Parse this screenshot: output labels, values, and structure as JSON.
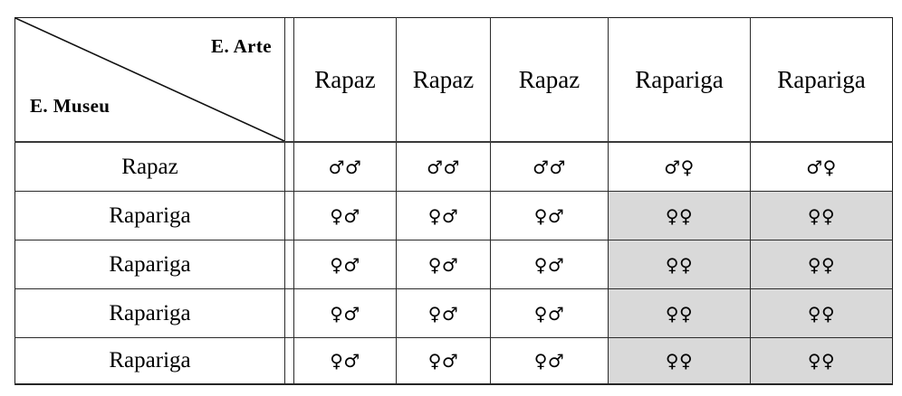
{
  "table": {
    "corner": {
      "label_top_right": "E. Arte",
      "label_bottom_left": "E. Museu",
      "diagonal": "diagonal-divider-line"
    },
    "column_headers": [
      "Rapaz",
      "Rapaz",
      "Rapaz",
      "Rapariga",
      "Rapariga"
    ],
    "row_labels": [
      "Rapaz",
      "Rapariga",
      "Rapariga",
      "Rapariga",
      "Rapariga"
    ],
    "cells": [
      [
        "♂♂",
        "♂♂",
        "♂♂",
        "♂♀",
        "♂♀"
      ],
      [
        "♀♂",
        "♀♂",
        "♀♂",
        "♀♀",
        "♀♀"
      ],
      [
        "♀♂",
        "♀♂",
        "♀♂",
        "♀♀",
        "♀♀"
      ],
      [
        "♀♂",
        "♀♂",
        "♀♂",
        "♀♀",
        "♀♀"
      ],
      [
        "♀♂",
        "♀♂",
        "♀♂",
        "♀♀",
        "♀♀"
      ]
    ],
    "shaded_cells": [
      [
        false,
        false,
        false,
        false,
        false
      ],
      [
        false,
        false,
        false,
        true,
        true
      ],
      [
        false,
        false,
        false,
        true,
        true
      ],
      [
        false,
        false,
        false,
        true,
        true
      ],
      [
        false,
        false,
        false,
        true,
        true
      ]
    ],
    "colors": {
      "shade": "#d9d9d9",
      "rule": "#2b2b2b",
      "text": "#000000",
      "background": "#ffffff"
    }
  }
}
